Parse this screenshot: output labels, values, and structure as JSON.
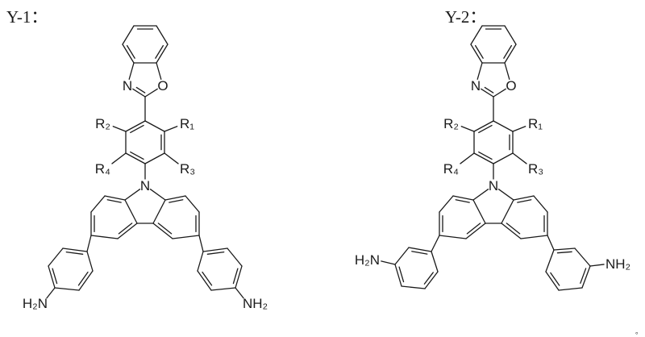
{
  "labels": {
    "y1": "Y-1：",
    "y2": "Y-2："
  },
  "atoms": {
    "N": "N",
    "O": "O",
    "R1": "R₁",
    "R2": "R₂",
    "R3": "R₃",
    "R4": "R₄",
    "H2N": "H₂N",
    "NH2": "NH₂"
  },
  "footnote": "。",
  "structures": [
    {
      "label_key": "y1",
      "amine_position": "para"
    },
    {
      "label_key": "y2",
      "amine_position": "meta"
    }
  ]
}
